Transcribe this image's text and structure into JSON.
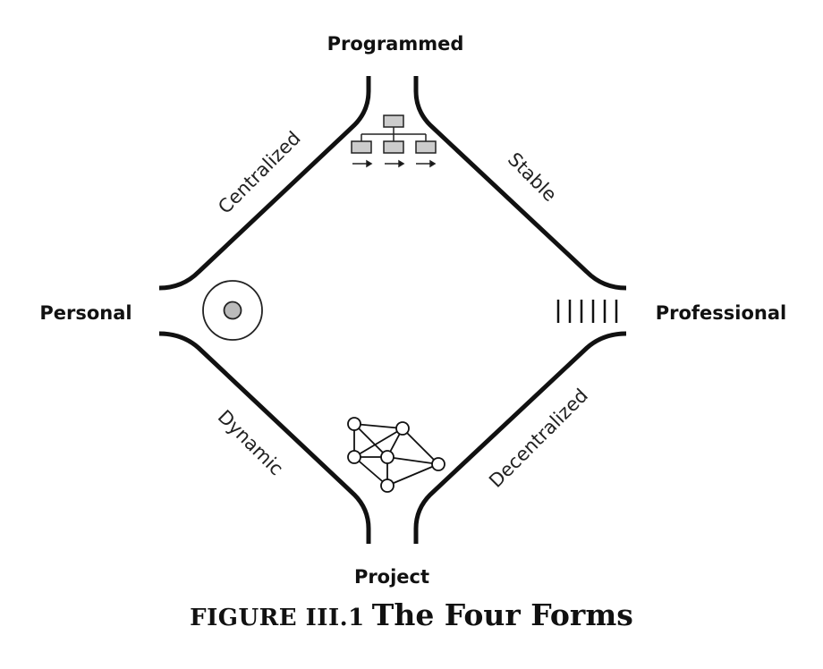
{
  "nodes": {
    "top": "Programmed",
    "left": "Personal",
    "right": "Professional",
    "bottom": "Project"
  },
  "edges": {
    "top_left": "Centralized",
    "top_right": "Stable",
    "bottom_left": "Dynamic",
    "bottom_right": "Decentralized"
  },
  "icons": {
    "top": "hierarchy-chart-icon",
    "left": "concentric-circle-icon",
    "right": "parallel-bars-icon",
    "bottom": "network-graph-icon"
  },
  "caption": {
    "number": "FIGURE III.1",
    "title": "The Four Forms"
  }
}
